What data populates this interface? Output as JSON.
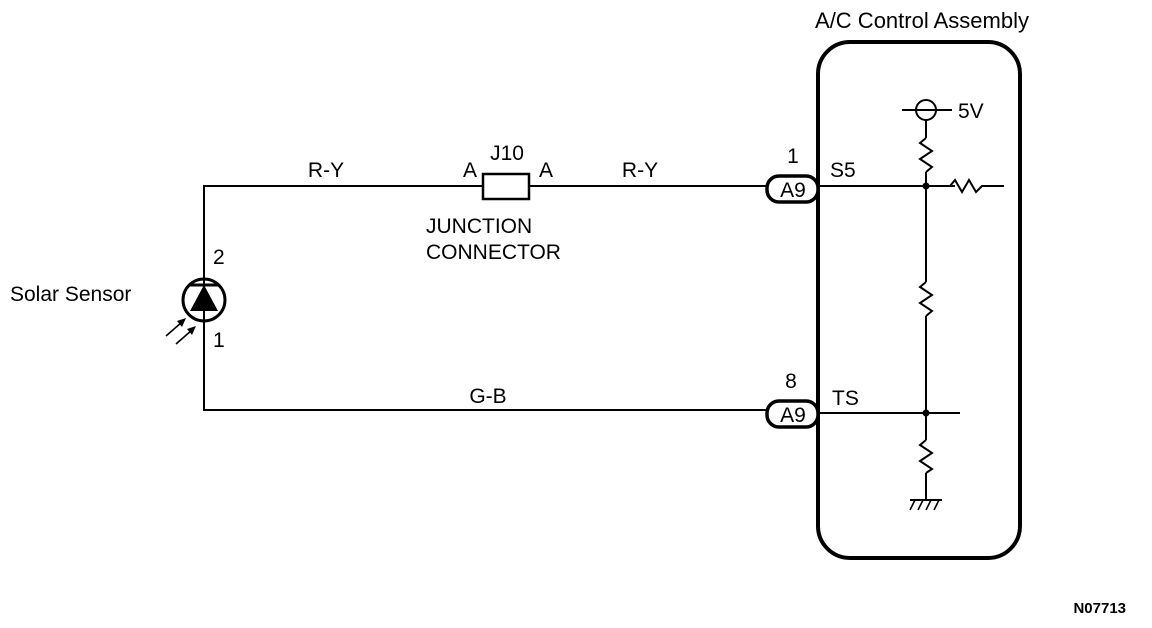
{
  "assembly": {
    "title": "A/C Control Assembly"
  },
  "supply": {
    "voltage": "5V"
  },
  "sensor": {
    "name": "Solar Sensor",
    "pin_top": "2",
    "pin_bottom": "1"
  },
  "junction": {
    "id": "J10",
    "pin_left": "A",
    "pin_right": "A",
    "caption_line1": "JUNCTION",
    "caption_line2": "CONNECTOR"
  },
  "wires": {
    "top_left": "R-Y",
    "top_right": "R-Y",
    "bottom": "G-B"
  },
  "connectors": {
    "top": {
      "id": "A9",
      "pin": "1",
      "terminal": "S5"
    },
    "bottom": {
      "id": "A9",
      "pin": "8",
      "terminal": "TS"
    }
  },
  "figure_code": "N07713"
}
